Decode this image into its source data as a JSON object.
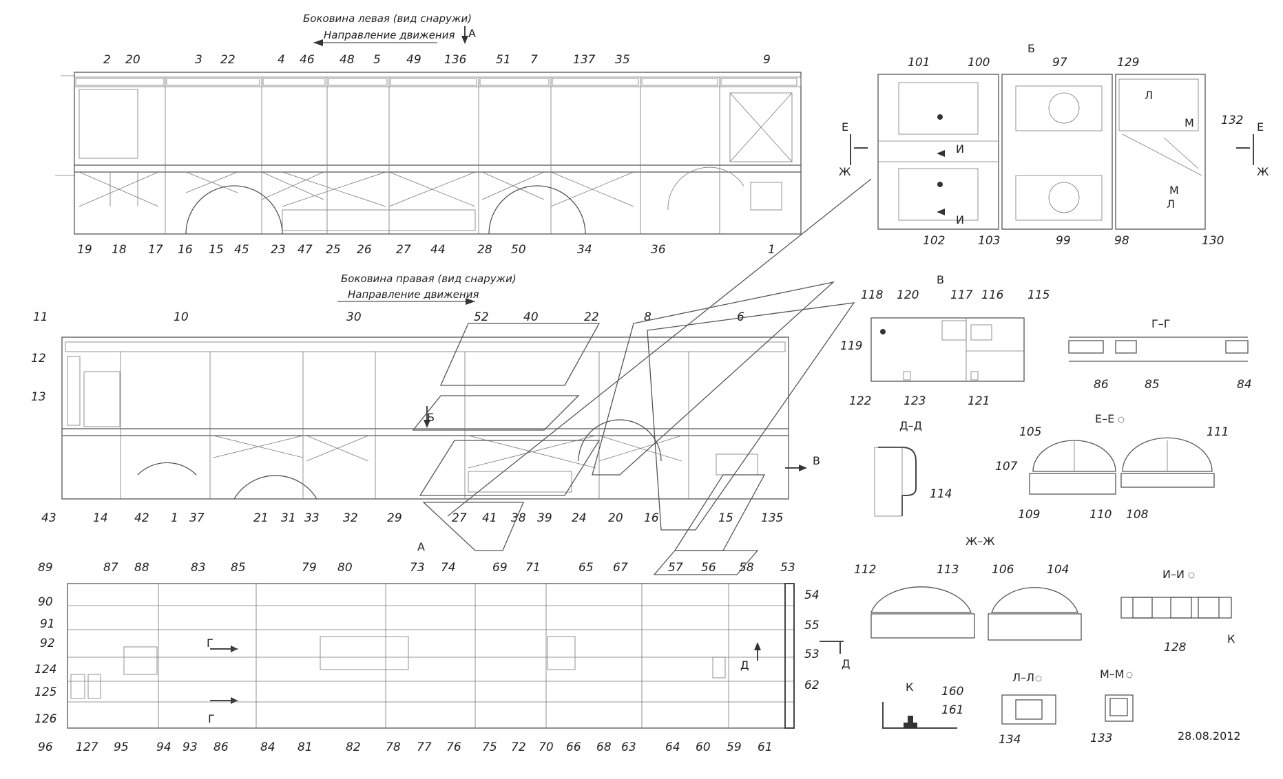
{
  "captions": {
    "left_side": "Боковина левая (вид снаружи)",
    "left_dir": "Направление движения",
    "right_side": "Боковина правая (вид снаружи)",
    "right_dir": "Направление движения"
  },
  "views": {
    "A": "А",
    "A_arrow": "А",
    "B": "Б",
    "B_arrow": "Б",
    "V": "В",
    "V_arrow": "В",
    "GG": "Г–Г",
    "DD": "Д–Д",
    "EE": "Е–Е",
    "ZhZh": "Ж–Ж",
    "II": "И–И",
    "LL": "Л–Л",
    "MM": "М–М",
    "K": "К",
    "K2": "К",
    "G1": "Г",
    "G2": "Г",
    "D1": "Д",
    "D2": "Д",
    "E1": "Е",
    "E2": "Е",
    "Zh1": "Ж",
    "Zh2": "Ж",
    "I1": "И",
    "I2": "И",
    "L1": "Л",
    "L2": "Л",
    "M1": "М",
    "M2": "М"
  },
  "date": "28.08.2012",
  "labels": {
    "top_left": [
      "2",
      "20",
      "3",
      "22",
      "4",
      "46",
      "48",
      "5",
      "49",
      "136",
      "51",
      "7",
      "137",
      "35",
      "9"
    ],
    "bottom_left": [
      "19",
      "18",
      "17",
      "16",
      "15",
      "45",
      "23",
      "47",
      "25",
      "26",
      "27",
      "44",
      "28",
      "50",
      "34",
      "36",
      "1"
    ],
    "top_right": [
      "11",
      "10",
      "30",
      "52",
      "40",
      "22",
      "8",
      "6"
    ],
    "left_right": [
      "12",
      "13"
    ],
    "bottom_right": [
      "43",
      "14",
      "42",
      "1",
      "37",
      "21",
      "31",
      "33",
      "32",
      "29",
      "27",
      "41",
      "38",
      "39",
      "24",
      "20",
      "16",
      "15",
      "135"
    ],
    "top_A": [
      "89",
      "87",
      "88",
      "83",
      "85",
      "79",
      "80",
      "73",
      "74",
      "69",
      "71",
      "65",
      "67",
      "57",
      "56",
      "58",
      "53"
    ],
    "left_A": [
      "90",
      "91",
      "92",
      "124",
      "125",
      "126"
    ],
    "right_A": [
      "54",
      "55",
      "53",
      "62"
    ],
    "bottom_A": [
      "96",
      "127",
      "95",
      "94",
      "93",
      "86",
      "84",
      "81",
      "82",
      "78",
      "77",
      "76",
      "75",
      "72",
      "70",
      "66",
      "68",
      "63",
      "64",
      "60",
      "59",
      "61"
    ],
    "B_top": [
      "101",
      "100",
      "97",
      "129"
    ],
    "B_right": [
      "132"
    ],
    "B_bottom": [
      "102",
      "103",
      "99",
      "98",
      "130"
    ],
    "V_labels": [
      "118",
      "120",
      "117",
      "116",
      "115",
      "119",
      "122",
      "123",
      "121"
    ],
    "GG_labels": [
      "86",
      "85",
      "84"
    ],
    "DD_labels": [
      "114"
    ],
    "EE_labels": [
      "105",
      "111",
      "107",
      "109",
      "110",
      "108"
    ],
    "ZhZh_labels": [
      "112",
      "113",
      "106",
      "104"
    ],
    "II_labels": [
      "128"
    ],
    "K_labels": [
      "160",
      "161"
    ],
    "LL_labels": [
      "134"
    ],
    "MM_labels": [
      "133"
    ]
  }
}
